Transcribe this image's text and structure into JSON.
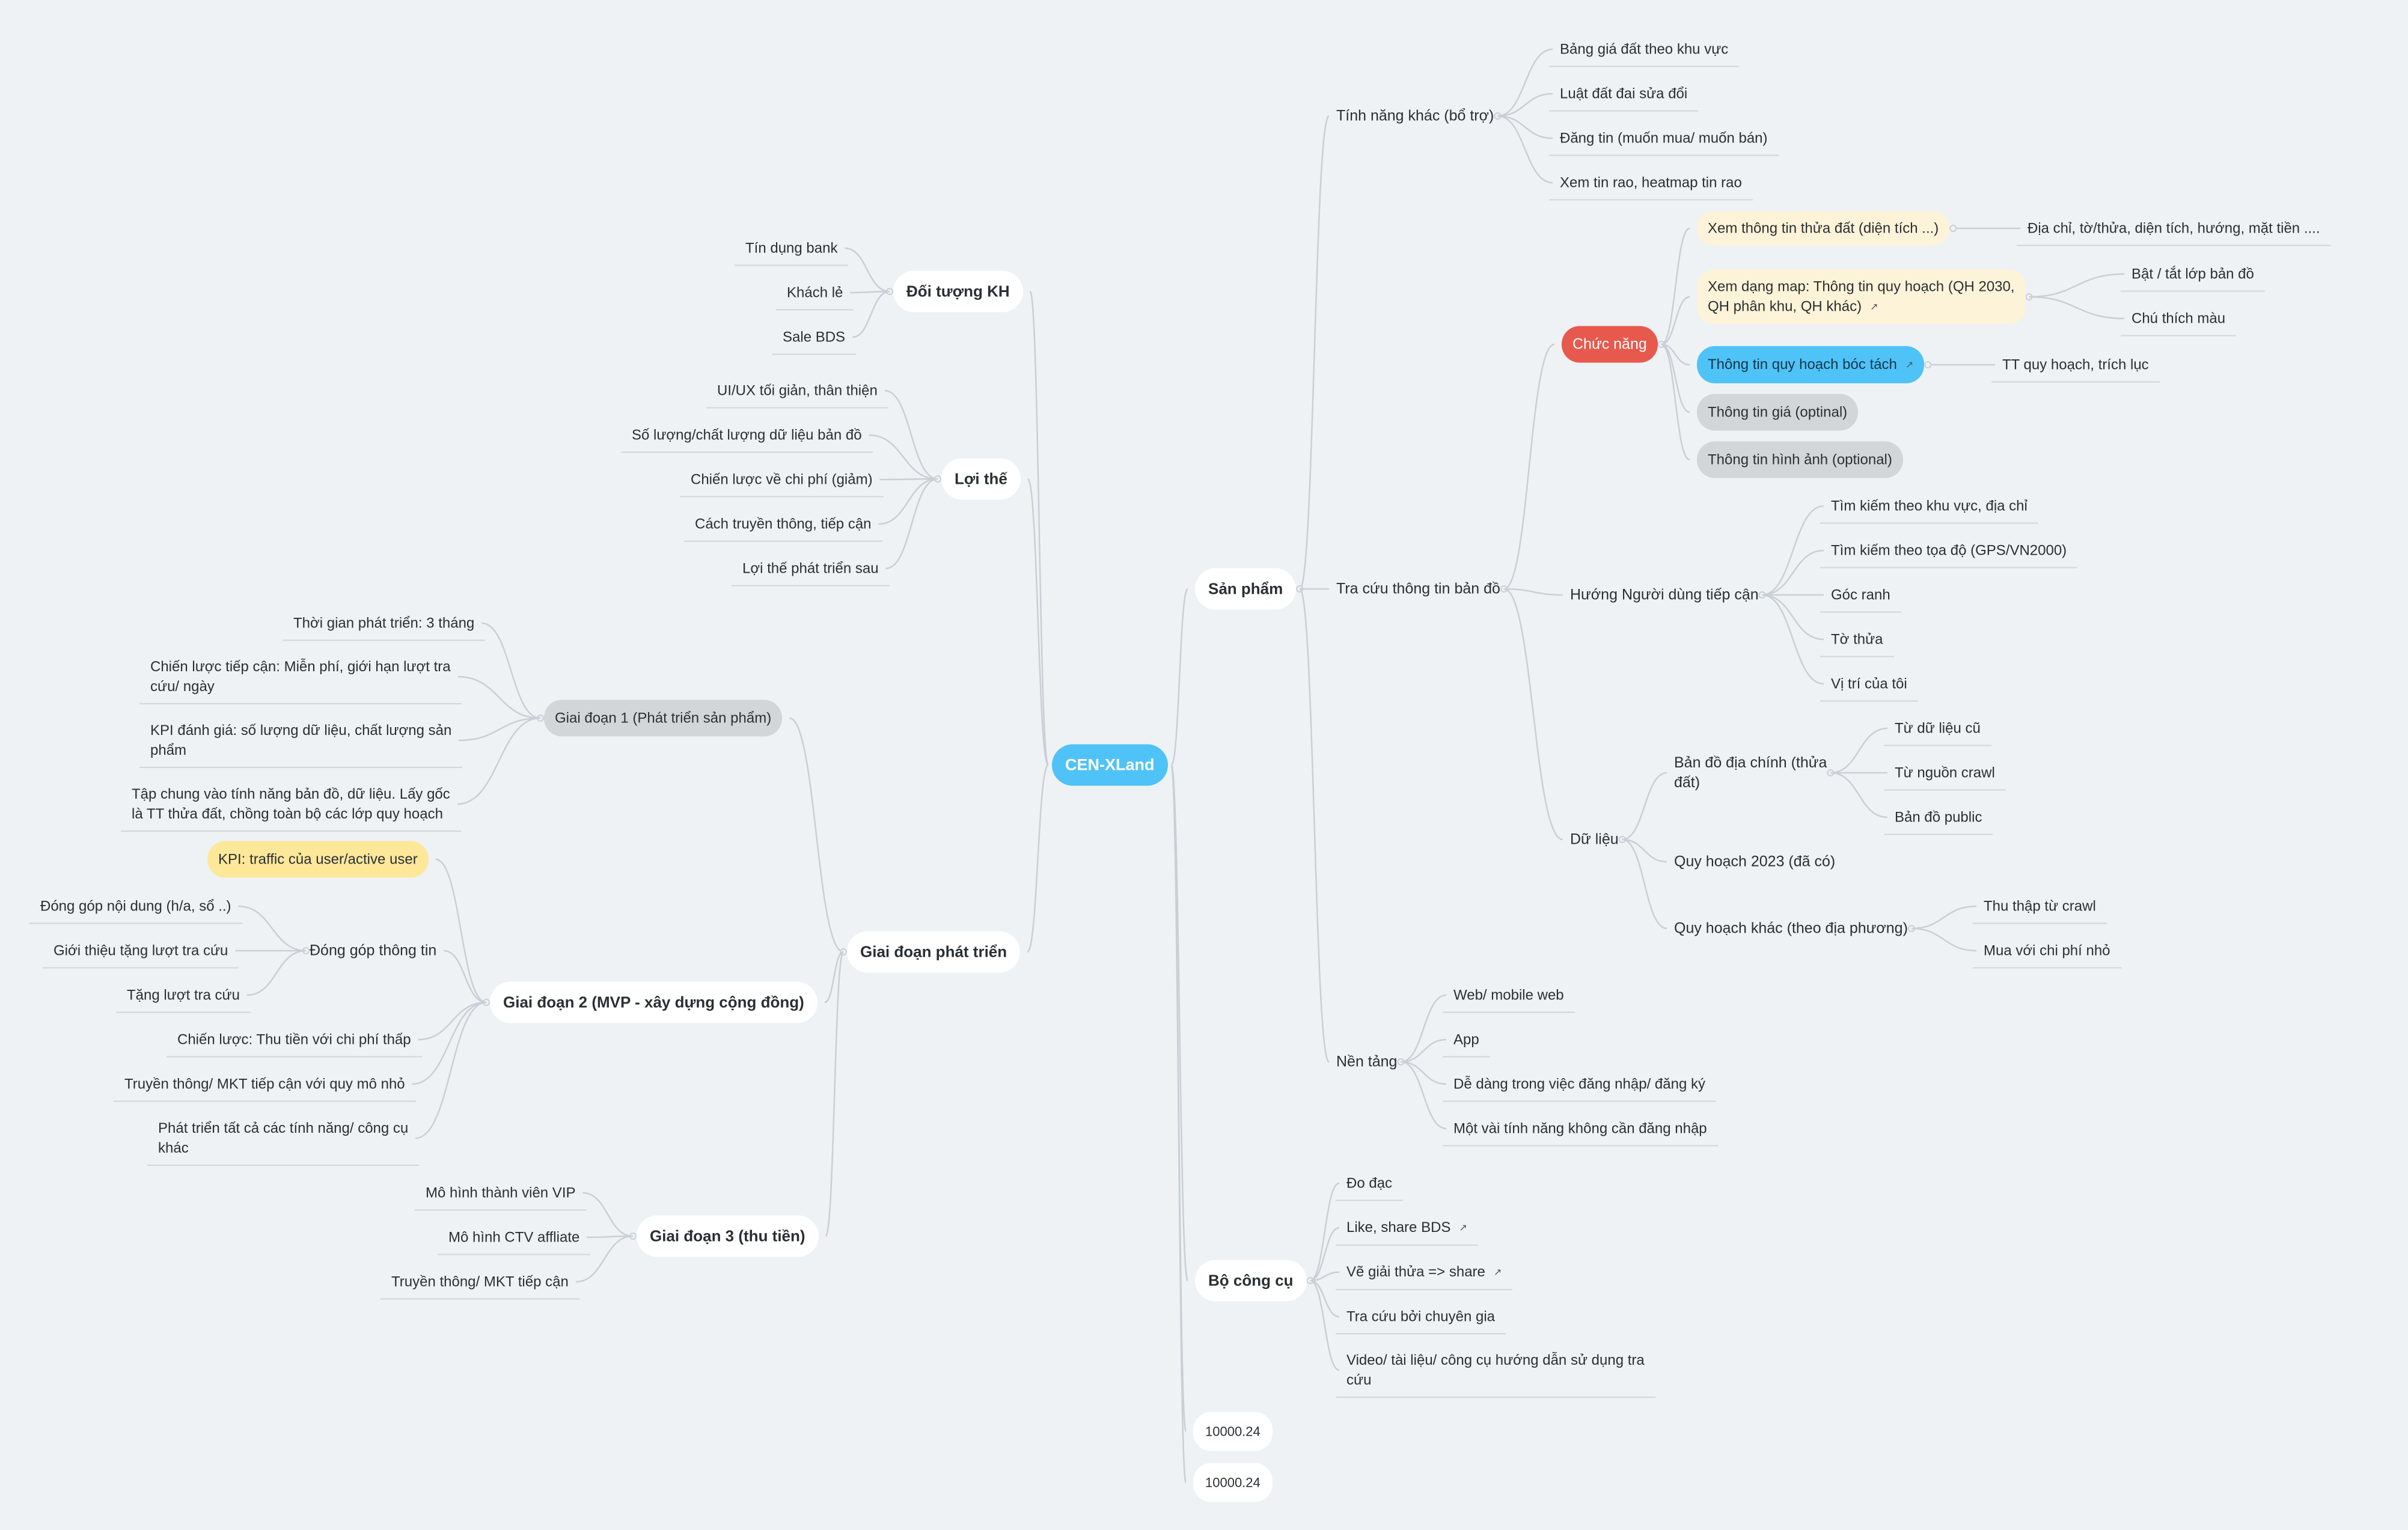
{
  "root": {
    "label": "CEN-XLand"
  },
  "san_pham": {
    "label": "Sản phẩm",
    "tinh_nang_khac": {
      "label": "Tính năng khác (bổ trợ)",
      "items": [
        "Bảng giá đất theo khu vực",
        "Luật đất đai sửa đổi",
        "Đăng tin (muốn mua/ muốn bán)",
        "Xem tin rao, heatmap tin rao"
      ]
    },
    "tra_cuu": {
      "label": "Tra cứu thông tin bản đồ",
      "chuc_nang": {
        "label": "Chức năng",
        "xem_thua_dat": "Xem thông tin thửa đất (diện tích ...)",
        "dia_chi": "Địa chỉ, tờ/thửa, diện tích, hướng, mặt tiền ....",
        "xem_map": "Xem dạng map: Thông tin quy hoạch (QH 2030,\nQH phân khu, QH khác)",
        "bat_tat": "Bật / tắt lớp bản đồ",
        "chu_thich": "Chú thích màu",
        "boc_tach": "Thông tin quy hoạch bóc tách",
        "tt_quy_hoach": "TT quy hoạch, trích lục",
        "gia": "Thông tin giá (optinal)",
        "hinh_anh": "Thông tin hình ảnh (optional)"
      },
      "huong": {
        "label": "Hướng Người dùng tiếp cận",
        "items": [
          "Tìm kiếm theo khu vực, địa chỉ",
          "Tìm kiếm theo tọa độ (GPS/VN2000)",
          "Góc ranh",
          "Tờ thửa",
          "Vị trí của tôi"
        ]
      },
      "du_lieu": {
        "label": "Dữ liệu",
        "ban_do": {
          "label": "Bản đồ địa chính (thửa\nđất)",
          "items": [
            "Từ dữ liệu cũ",
            "Từ nguồn crawl",
            "Bản đồ public"
          ]
        },
        "qh2023": "Quy hoạch 2023 (đã có)",
        "qh_khac": {
          "label": "Quy hoạch khác (theo địa phương)",
          "items": [
            "Thu thập từ crawl",
            "Mua với chi phí nhỏ"
          ]
        }
      }
    },
    "nen_tang": {
      "label": "Nền tảng",
      "items": [
        "Web/ mobile web",
        "App",
        "Dễ dàng trong việc đăng nhập/ đăng ký",
        "Một vài tính năng không cần đăng nhập"
      ]
    }
  },
  "bo_cong_cu": {
    "label": "Bộ công cụ",
    "items": [
      "Đo đạc",
      "Like, share BDS",
      "Vẽ giải thửa => share",
      "Tra cứu bởi chuyên gia",
      "Video/ tài liệu/ công cụ hướng dẫn sử dụng tra\ncứu"
    ]
  },
  "misc": [
    "10000.24",
    "10000.24"
  ],
  "doi_tuong": {
    "label": "Đối tượng KH",
    "items": [
      "Tín dụng bank",
      "Khách lẻ",
      "Sale BDS"
    ]
  },
  "loi_the": {
    "label": "Lợi thế",
    "items": [
      "UI/UX tối giản, thân thiện",
      "Số lượng/chất lượng dữ liệu bản đồ",
      "Chiến lược về chi phí (giảm)",
      "Cách truyền thông, tiếp cận",
      "Lợi thế phát triển sau"
    ]
  },
  "giai_doan": {
    "label": "Giai đoạn phát triển",
    "gd1": {
      "label": "Giai đoạn 1 (Phát triển sản phẩm)",
      "items": [
        "Thời gian phát triển: 3 tháng",
        "Chiến lược tiếp cận: Miễn phí, giới hạn lượt tra\ncứu/ ngày",
        "KPI đánh giá: số lượng dữ liệu, chất lượng sản\nphẩm",
        "Tập chung vào tính năng bản đồ, dữ liệu. Lấy gốc\nlà TT thửa đất, chồng toàn bộ các lớp quy hoạch"
      ]
    },
    "gd2": {
      "label": "Giai đoạn 2 (MVP - xây dựng cộng đồng)",
      "kpi": "KPI: traffic của user/active user",
      "dong_gop": {
        "label": "Đóng góp thông tin",
        "items": [
          "Đóng góp nội dung (h/a, sổ ..)",
          "Giới thiệu tặng lượt tra cứu",
          "Tặng lượt tra cứu"
        ]
      },
      "items": [
        "Chiến lược: Thu tiền với chi phí thấp",
        "Truyền thông/ MKT tiếp cận với quy mô nhỏ",
        "Phát triển tất cả các tính năng/ công cụ\nkhác"
      ]
    },
    "gd3": {
      "label": "Giai đoạn 3 (thu tiền)",
      "items": [
        "Mô hình thành viên VIP",
        "Mô hình CTV affliate",
        "Truyền thông/ MKT tiếp cận"
      ]
    }
  },
  "colors": {
    "background": "#eef2f5",
    "root": "#4fc3f7",
    "red": "#e8594d",
    "blue": "#4fc3f7",
    "yellow": "#fdf3d8",
    "gray": "#d3d6d9",
    "kpi": "#fde89a",
    "line": "#c9cfd5"
  },
  "icons": {
    "link": "link-icon"
  }
}
